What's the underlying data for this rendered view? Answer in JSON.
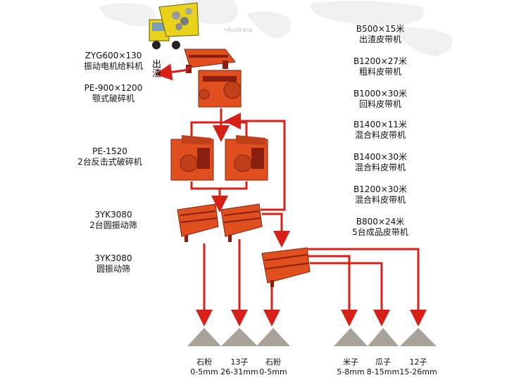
{
  "watermark": "•Australia",
  "slag_label": "出渣",
  "equipment": [
    {
      "model": "ZYG600×130",
      "name": "振动电机给料机"
    },
    {
      "model": "PE-900×1200",
      "name": "颚式破碎机"
    },
    {
      "model": "PE-1520",
      "name": "2台反击式破碎机"
    },
    {
      "model": "3YK3080",
      "name": "2台圆振动筛"
    },
    {
      "model": "3YK3080",
      "name": "圆振动筛"
    }
  ],
  "belts": [
    {
      "spec": "B500×15米",
      "name": "出渣皮带机"
    },
    {
      "spec": "B1200×27米",
      "name": "粗料皮带机"
    },
    {
      "spec": "B1000×30米",
      "name": "回料皮带机"
    },
    {
      "spec": "B1400×11米",
      "name": "混合料皮带机"
    },
    {
      "spec": "B1400×30米",
      "name": "混合料皮带机"
    },
    {
      "spec": "B1200×30米",
      "name": "混合料皮带机"
    },
    {
      "spec": "B800×24米",
      "name": "5台成品皮带机"
    }
  ],
  "products": [
    {
      "name": "石粉",
      "size": "0-5mm"
    },
    {
      "name": "13子",
      "size": "26-31mm"
    },
    {
      "name": "石粉",
      "size": "0-5mm"
    },
    {
      "name": "米子",
      "size": "5-8mm"
    },
    {
      "name": "瓜子",
      "size": "8-15mm"
    },
    {
      "name": "12子",
      "size": "15-26mm"
    }
  ],
  "colors": {
    "flow": "#d8201a",
    "machine": "#e0501e",
    "machine_dark": "#8a1f10",
    "truck": "#e8d21a",
    "map": "#eef0f2"
  }
}
